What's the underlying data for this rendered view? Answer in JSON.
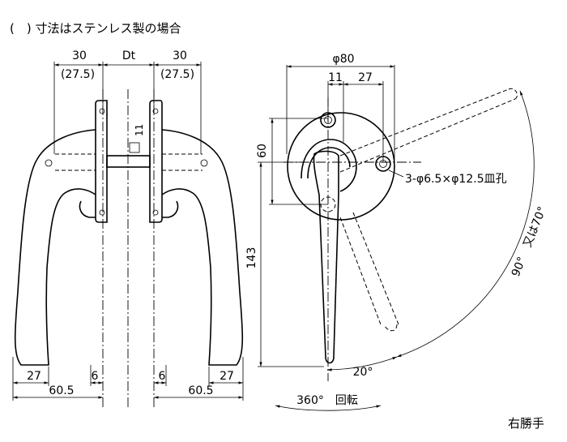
{
  "header_note": "(　) 寸法はステンレス製の場合",
  "hand_note": "右勝手",
  "front_view": {
    "dim_top_left": "30",
    "dim_top_left_sub": "(27.5)",
    "dim_top_center": "Dt",
    "dim_top_right": "30",
    "dim_top_right_sub": "(27.5)",
    "dim_spindle": "11",
    "dim_bottom_left_27": "27",
    "dim_bottom_left_6": "6",
    "dim_bottom_right_6": "6",
    "dim_bottom_right_27": "27",
    "dim_bottom_left_60": "60.5",
    "dim_bottom_right_60": "60.5"
  },
  "side_view": {
    "dim_rose_dia": "φ80",
    "dim_11": "11",
    "dim_27": "27",
    "dim_60": "60",
    "dim_143": "143",
    "hole_note": "3-φ6.5×φ12.5皿孔",
    "angle_20": "20°",
    "angle_90": "90°　又は70°",
    "rotation_note": "360°　回転"
  }
}
